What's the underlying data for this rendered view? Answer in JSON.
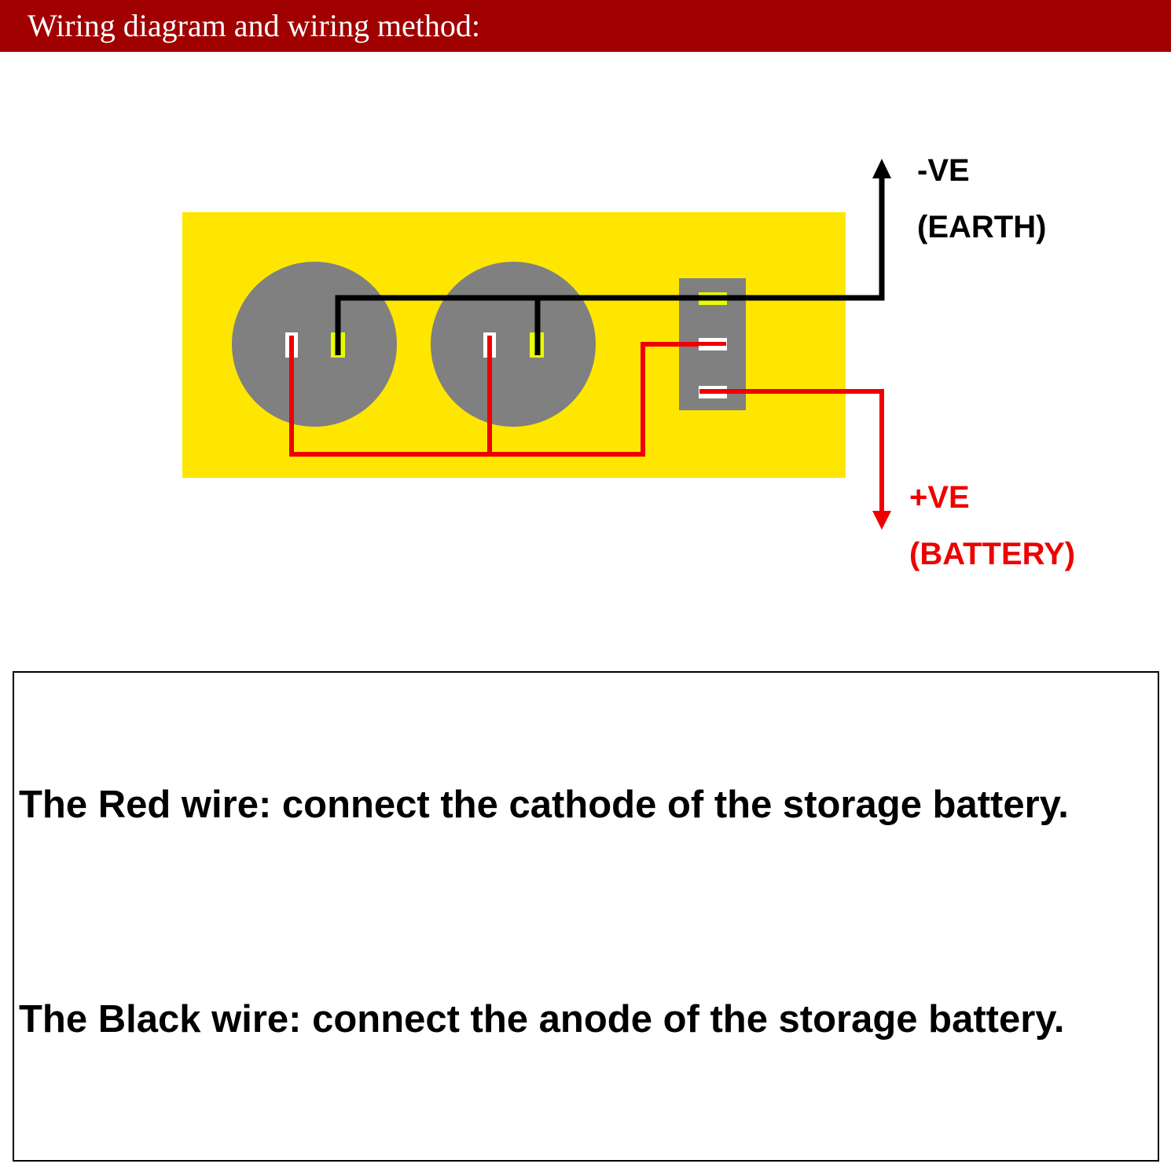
{
  "header": {
    "title": "Wiring diagram and wiring method:",
    "background_color": "#a10000",
    "text_color": "#ffffff"
  },
  "diagram": {
    "board_color": "#ffe600",
    "component_color": "#808080",
    "wire_colors": {
      "red": "#ee0000",
      "black": "#000000"
    },
    "negative_terminal": {
      "polarity": "-VE",
      "description": "(EARTH)",
      "color": "#000000"
    },
    "positive_terminal": {
      "polarity": "+VE",
      "description": "(BATTERY)",
      "color": "#ee0000"
    }
  },
  "instructions": {
    "red_wire": "The Red wire: connect the cathode of the storage battery.",
    "black_wire": "The Black wire: connect the anode of the storage battery."
  }
}
